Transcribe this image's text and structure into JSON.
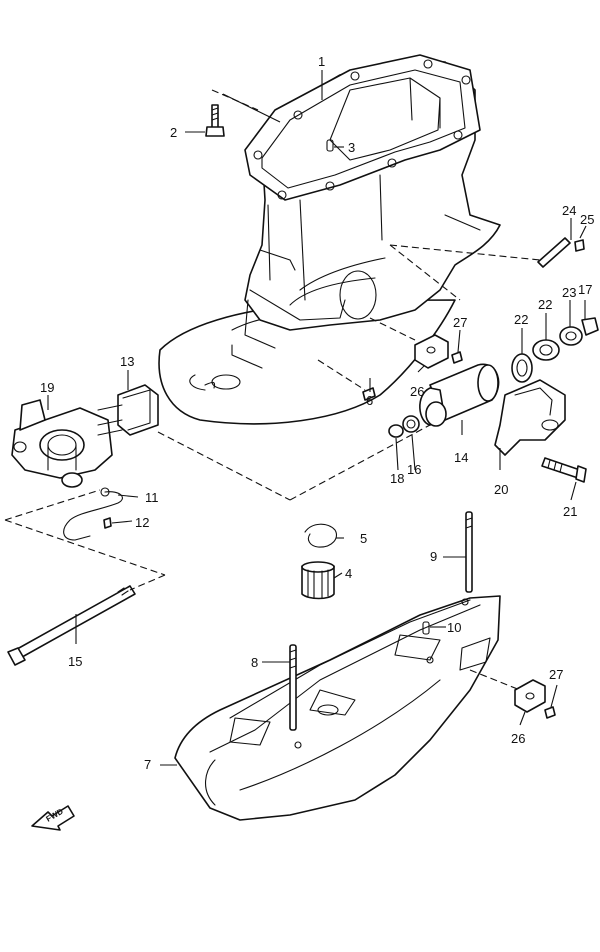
{
  "diagram": {
    "callouts": [
      {
        "id": "c1",
        "text": "1"
      },
      {
        "id": "c2",
        "text": "2"
      },
      {
        "id": "c3",
        "text": "3"
      },
      {
        "id": "c4",
        "text": "4"
      },
      {
        "id": "c5",
        "text": "5"
      },
      {
        "id": "c6",
        "text": "6"
      },
      {
        "id": "c7",
        "text": "7"
      },
      {
        "id": "c8",
        "text": "8"
      },
      {
        "id": "c9",
        "text": "9"
      },
      {
        "id": "c10",
        "text": "10"
      },
      {
        "id": "c11",
        "text": "11"
      },
      {
        "id": "c12",
        "text": "12"
      },
      {
        "id": "c13",
        "text": "13"
      },
      {
        "id": "c14",
        "text": "14"
      },
      {
        "id": "c15",
        "text": "15"
      },
      {
        "id": "c16",
        "text": "16"
      },
      {
        "id": "c17",
        "text": "17"
      },
      {
        "id": "c18",
        "text": "18"
      },
      {
        "id": "c19",
        "text": "19"
      },
      {
        "id": "c20",
        "text": "20"
      },
      {
        "id": "c21",
        "text": "21"
      },
      {
        "id": "c22a",
        "text": "22"
      },
      {
        "id": "c22b",
        "text": "22"
      },
      {
        "id": "c23",
        "text": "23"
      },
      {
        "id": "c24",
        "text": "24"
      },
      {
        "id": "c25",
        "text": "25"
      },
      {
        "id": "c26a",
        "text": "26"
      },
      {
        "id": "c26b",
        "text": "26"
      },
      {
        "id": "c27a",
        "text": "27"
      },
      {
        "id": "c27b",
        "text": "27"
      }
    ],
    "fwd_label": "FWD"
  }
}
